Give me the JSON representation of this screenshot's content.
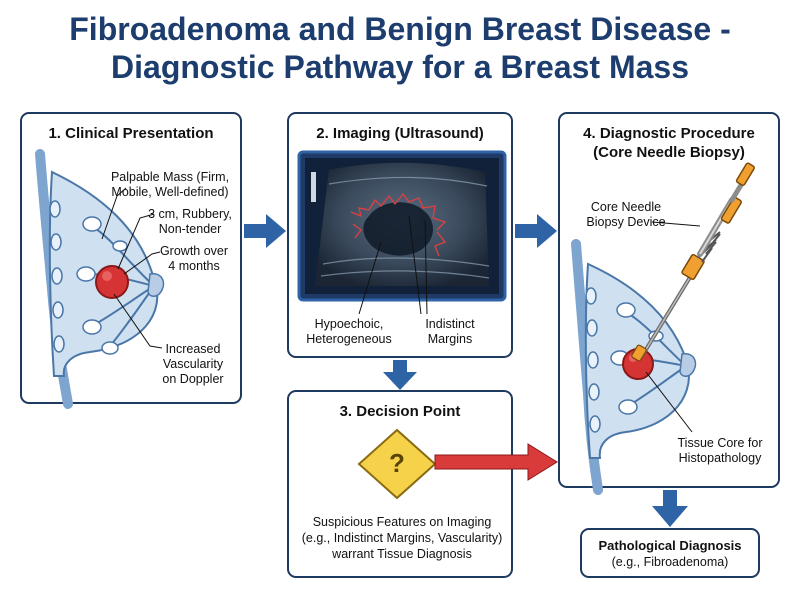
{
  "title": {
    "line1": "Fibroadenoma and Benign Breast Disease -",
    "line2": "Diagnostic Pathway for a Breast Mass"
  },
  "panel1": {
    "title": "1. Clinical Presentation",
    "label_mass_1": "Palpable Mass (Firm,",
    "label_mass_2": "Mobile, Well-defined)",
    "label_size_1": "3 cm, Rubbery,",
    "label_size_2": "Non-tender",
    "label_growth_1": "Growth over",
    "label_growth_2": "4 months",
    "label_vasc_1": "Increased",
    "label_vasc_2": "Vascularity",
    "label_vasc_3": "on Doppler"
  },
  "panel2": {
    "title": "2. Imaging (Ultrasound)",
    "label_hypo_1": "Hypoechoic,",
    "label_hypo_2": "Heterogeneous",
    "label_margin_1": "Indistinct",
    "label_margin_2": "Margins"
  },
  "panel3": {
    "title": "3. Decision Point",
    "icon_symbol": "?",
    "text_1": "Suspicious Features on Imaging",
    "text_2": "(e.g., Indistinct Margins, Vascularity)",
    "text_3": "warrant Tissue Diagnosis"
  },
  "panel4": {
    "title_1": "4. Diagnostic Procedure",
    "title_2": "(Core Needle Biopsy)",
    "label_device_1": "Core Needle",
    "label_device_2": "Biopsy Device",
    "label_core_1": "Tissue Core for",
    "label_core_2": "Histopathology"
  },
  "result": {
    "title": "Pathological Diagnosis",
    "subtitle": "(e.g., Fibroadenoma)"
  },
  "colors": {
    "panel_border": "#1f3a5f",
    "flow_arrow": "#2e63a6",
    "decision_arrow": "#d93b3b",
    "mass": "#d63434",
    "breast_fill": "#cfe0f1",
    "diamond_fill": "#f5d24a",
    "needle_accent": "#f0a030"
  }
}
